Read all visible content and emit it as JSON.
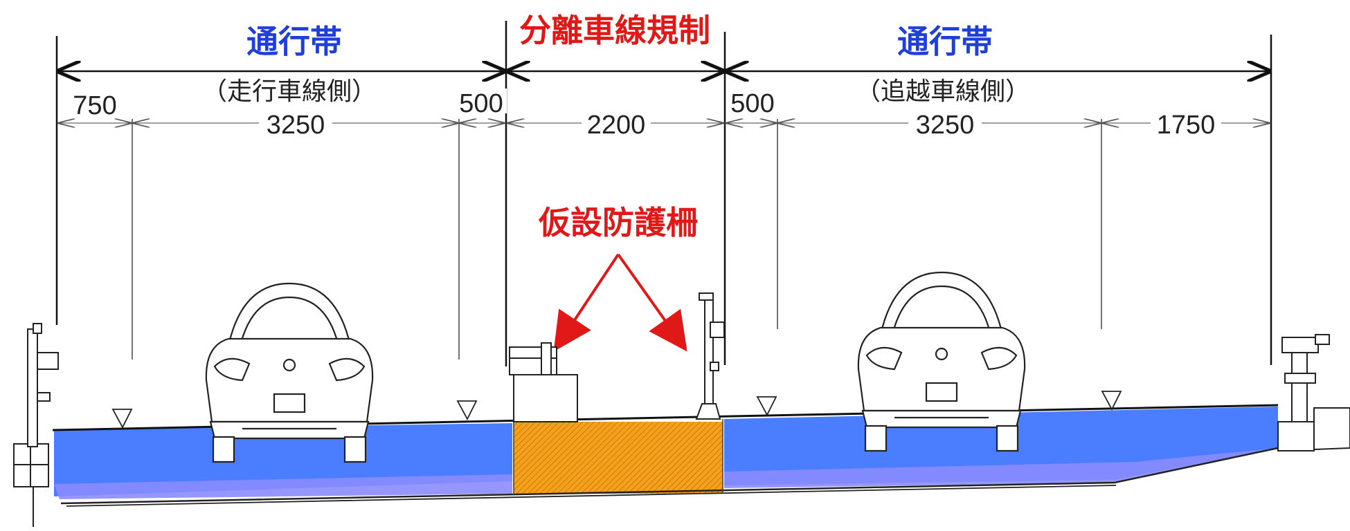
{
  "labels": {
    "left_zone": "通行帯",
    "left_sub": "（走行車線側）",
    "center_zone": "分離車線規制",
    "right_zone": "通行帯",
    "right_sub": "（追越車線側）",
    "barrier": "仮設防護柵"
  },
  "dimensions": [
    "750",
    "3250",
    "500",
    "2200",
    "500",
    "3250",
    "1750"
  ],
  "colors": {
    "zone_label": "#1f3fd8",
    "regulation_label": "#e01818",
    "pavement": "#4a7dff",
    "pavement_lower": "#8a8cff",
    "hatch": "#f0a020",
    "line": "#111111"
  },
  "icons": [
    "car-rear-icon",
    "car-rear-icon",
    "guardrail-post-icon",
    "temporary-barrier-icon",
    "road-level-marker-icon"
  ]
}
